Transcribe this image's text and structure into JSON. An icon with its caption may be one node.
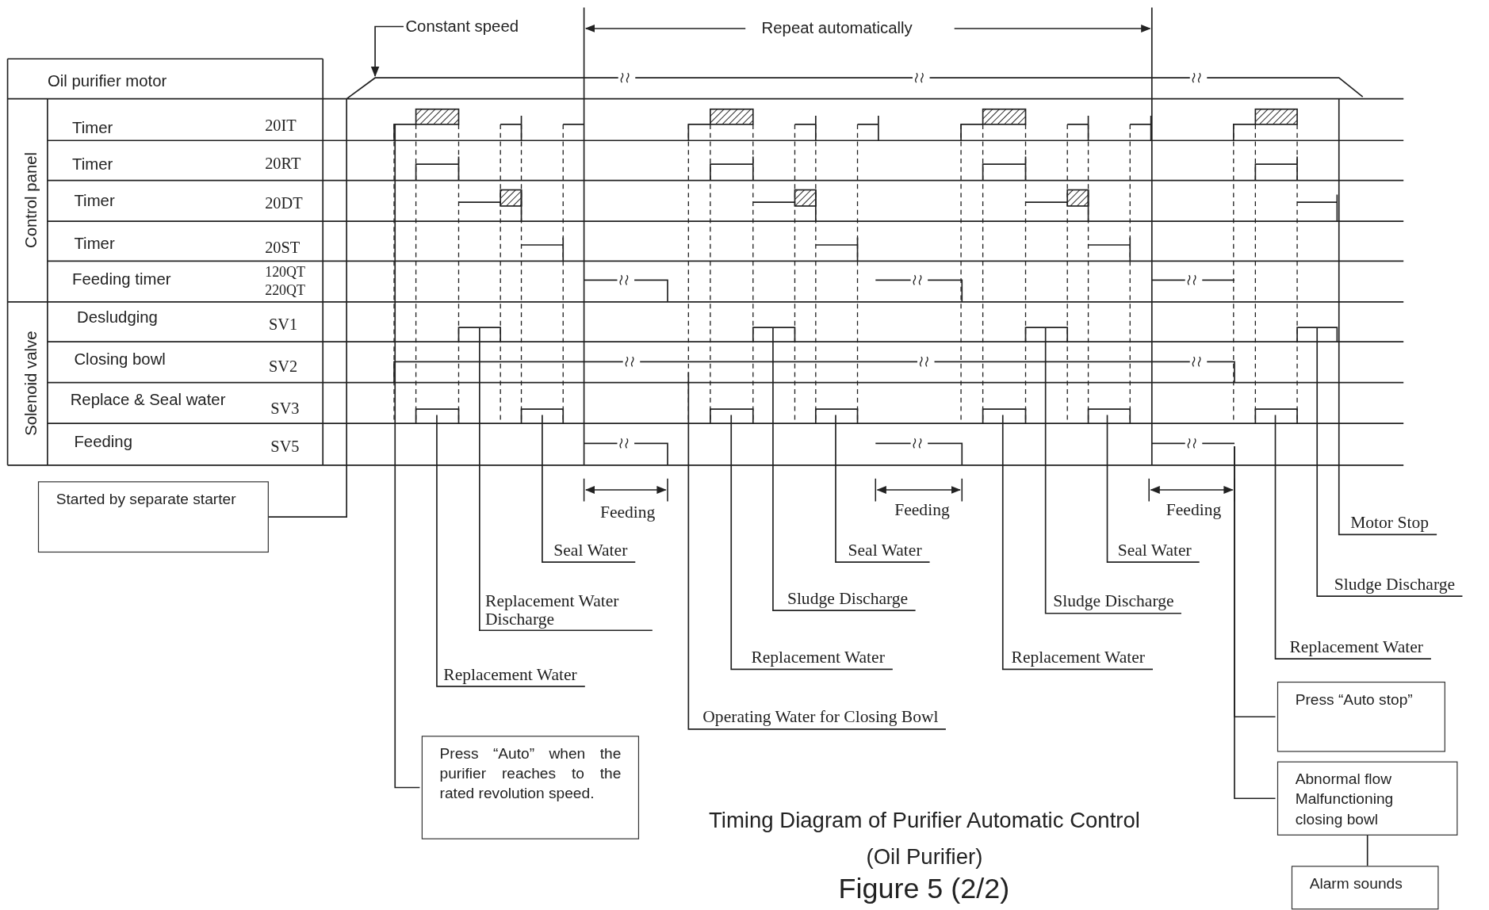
{
  "diagram": {
    "title": "Timing Diagram of Purifier Automatic Control (Oil Purifier)",
    "caption": "Figure 5 (2/2)",
    "nodes": [
      {
        "text": [
          "Constant speed"
        ]
      },
      {
        "text": [
          "Started by separate starter"
        ]
      },
      {
        "text": [
          "Press “Auto” when the purifier reaches to the rated revolution speed."
        ]
      },
      {
        "text": [
          "Replacement Water"
        ]
      },
      {
        "text": [
          "Replacement Water Discharge"
        ]
      },
      {
        "text": [
          "Seal Water"
        ]
      },
      {
        "text": [
          "Operating Water for Closing Bowl"
        ]
      },
      {
        "text": [
          "Replacement Water"
        ]
      },
      {
        "text": [
          "Sludge Discharge"
        ]
      },
      {
        "text": [
          "Seal Water"
        ]
      },
      {
        "text": [
          "Replacement Water"
        ]
      },
      {
        "text": [
          "Sludge Discharge"
        ]
      },
      {
        "text": [
          "Seal Water"
        ]
      },
      {
        "text": [
          "Replacement Water"
        ]
      },
      {
        "text": [
          "Sludge Discharge"
        ]
      },
      {
        "text": [
          "Motor Stop"
        ]
      },
      {
        "text": [
          "Press “Auto stop”"
        ]
      },
      {
        "text": [
          "Abnormal flow Malfunctioning closing bowl"
        ]
      },
      {
        "text": [
          "Alarm sounds"
        ]
      }
    ],
    "edges": [
      {
        "from": 0,
        "to": null,
        "arrow": "to"
      },
      {
        "from": 1,
        "to": null,
        "arrow": "none"
      },
      {
        "from": 2,
        "to": null,
        "arrow": "none"
      },
      {
        "from": 3,
        "to": null,
        "arrow": "none"
      },
      {
        "from": 4,
        "to": null,
        "arrow": "none"
      },
      {
        "from": 5,
        "to": null,
        "arrow": "none"
      },
      {
        "from": 6,
        "to": null,
        "arrow": "none"
      },
      {
        "from": 7,
        "to": null,
        "arrow": "none"
      },
      {
        "from": 8,
        "to": null,
        "arrow": "none"
      },
      {
        "from": 9,
        "to": null,
        "arrow": "none"
      },
      {
        "from": 10,
        "to": null,
        "arrow": "none"
      },
      {
        "from": 11,
        "to": null,
        "arrow": "none"
      },
      {
        "from": 12,
        "to": null,
        "arrow": "none"
      },
      {
        "from": 13,
        "to": null,
        "arrow": "none"
      },
      {
        "from": 14,
        "to": null,
        "arrow": "none"
      },
      {
        "from": 15,
        "to": null,
        "arrow": "none"
      },
      {
        "from": 16,
        "to": null,
        "arrow": "none"
      },
      {
        "from": 17,
        "to": null,
        "arrow": "none"
      },
      {
        "from": 17,
        "to": 18,
        "arrow": "none"
      }
    ],
    "labels": [
      "Repeat automatically",
      "Oil purifier motor",
      "Control panel",
      "Timer",
      "20IT",
      "Timer",
      "20RT",
      "Timer",
      "20DT",
      "Timer",
      "20ST",
      "Feeding timer",
      "120QT",
      "220QT",
      "Solenoid valve",
      "Desludging",
      "SV1",
      "Closing bowl",
      "SV2",
      "Replace & Seal water",
      "SV3",
      "Feeding",
      "SV5",
      "Feeding",
      "Feeding",
      "Feeding"
    ]
  }
}
